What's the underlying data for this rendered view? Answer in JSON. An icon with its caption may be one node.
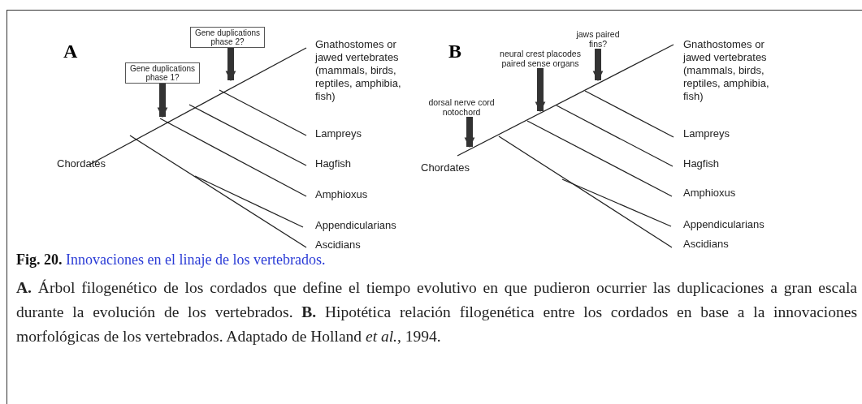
{
  "diagram": {
    "title": "**Fig. 20.** Innovaciones en el linaje de los vertebrados.",
    "caption": "**A.** Árbol filogenético de los cordados que define el tiempo evolutivo en que pudieron ocurrier las duplicaciones a gran escala durante la evolución de los vertebrados. **B.** Hipotética relación filogenética entre los cordados en base a la innovaciones morfológicas de los vertebrados. Adaptado de Holland *et al.*, 1994.",
    "nodes": [
      {
        "text": [
          "Gene duplications phase 2?"
        ]
      },
      {
        "text": [
          "Gene duplications phase 1?"
        ]
      },
      {
        "text": [
          "jaws paired fins?"
        ]
      },
      {
        "text": [
          "neural crest placodes paired sense organs"
        ]
      },
      {
        "text": [
          "dorsal nerve cord notochord"
        ]
      }
    ],
    "edges": [
      {
        "from": 0,
        "to": null,
        "arrow": "to"
      },
      {
        "from": 1,
        "to": null,
        "arrow": "to"
      },
      {
        "from": 2,
        "to": null,
        "arrow": "to"
      },
      {
        "from": 3,
        "to": null,
        "arrow": "to"
      },
      {
        "from": 4,
        "to": null,
        "arrow": "to"
      }
    ],
    "labels": [
      "A",
      "Gnathostomes or jawed vertebrates (mammals, birds, reptiles, amphibia, fish)",
      "Lampreys",
      "Chordates",
      "Hagfish",
      "Amphioxus",
      "Appendicularians",
      "Ascidians",
      "B",
      "Gnathostomes or jawed vertebrates (mammals, birds, reptiles, amphibia, fish)",
      "Lampreys",
      "Chordates",
      "Hagfish",
      "Amphioxus",
      "Appendicularians",
      "Ascidians"
    ]
  }
}
